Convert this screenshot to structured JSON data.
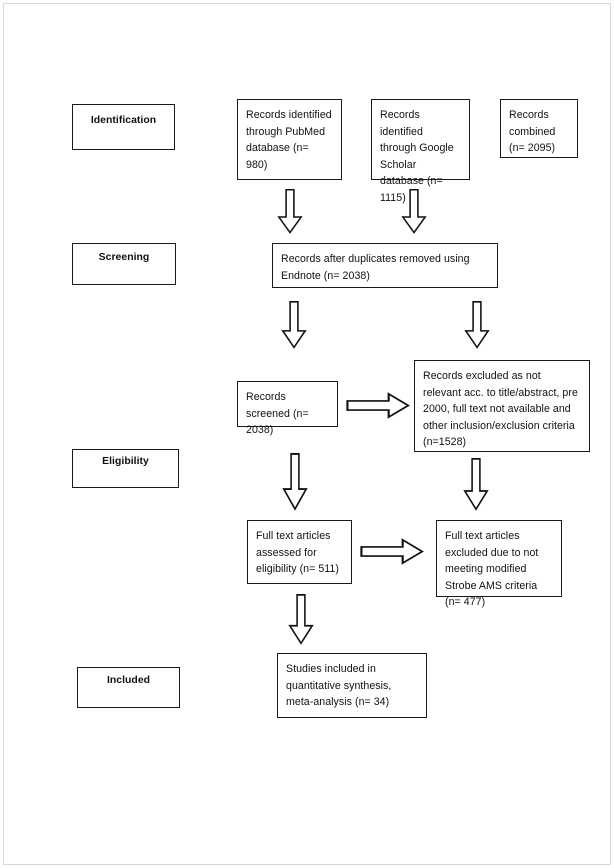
{
  "figure": {
    "type": "prisma-flow-diagram",
    "title": "",
    "background": "#ffffff",
    "line_color": "#111111"
  },
  "stages": [
    {
      "id": "identification",
      "label": "Identification"
    },
    {
      "id": "screening",
      "label": "Screening"
    },
    {
      "id": "eligibility",
      "label": "Eligibility"
    },
    {
      "id": "included",
      "label": "Included"
    }
  ],
  "nodes": {
    "pubmed": {
      "text": "Records identified through PubMed database (n= 980)",
      "count": 980
    },
    "google_scholar": {
      "text": "Records identified through Google Scholar database (n= 1115)",
      "count": 1115
    },
    "records_combined": {
      "text": "Records combined (n= 2095)",
      "count": 2095
    },
    "duplicates_removed": {
      "text": "Records after duplicates removed using Endnote (n= 2038)",
      "count": 2038
    },
    "records_screened": {
      "text": "Records screened (n= 2038)",
      "count": 2038
    },
    "records_excluded": {
      "text": "Records excluded as not relevant acc. to title/abstract, pre 2000, full text not available and other inclusion/exclusion criteria (n=1528)",
      "count": 1528
    },
    "fulltext_assessed": {
      "text": "Full text articles assessed for eligibility (n= 511)",
      "count": 511
    },
    "fulltext_excluded": {
      "text": "Full text articles excluded due to not meeting modified Strobe AMS criteria (n= 477)",
      "count": 477
    },
    "studies_included": {
      "text": "Studies included in quantitative synthesis, meta-analysis (n= 34)",
      "count": 34
    }
  },
  "connectors": [
    {
      "id": "pubmed-to-duplicates",
      "direction": "down",
      "icon": "down-arrow-icon"
    },
    {
      "id": "scholar-to-duplicates",
      "direction": "down",
      "icon": "down-arrow-icon"
    },
    {
      "id": "duplicates-to-screened",
      "direction": "down",
      "icon": "down-arrow-icon"
    },
    {
      "id": "duplicates-to-excluded",
      "direction": "down",
      "icon": "down-arrow-icon"
    },
    {
      "id": "screened-to-excluded",
      "direction": "right",
      "icon": "right-arrow-icon"
    },
    {
      "id": "screened-to-fulltext",
      "direction": "down",
      "icon": "down-arrow-icon"
    },
    {
      "id": "excluded-to-fulltext-excluded",
      "direction": "down",
      "icon": "down-arrow-icon"
    },
    {
      "id": "fulltext-to-fulltext-excluded",
      "direction": "right",
      "icon": "right-arrow-icon"
    },
    {
      "id": "fulltext-to-included",
      "direction": "down",
      "icon": "down-arrow-icon"
    }
  ]
}
